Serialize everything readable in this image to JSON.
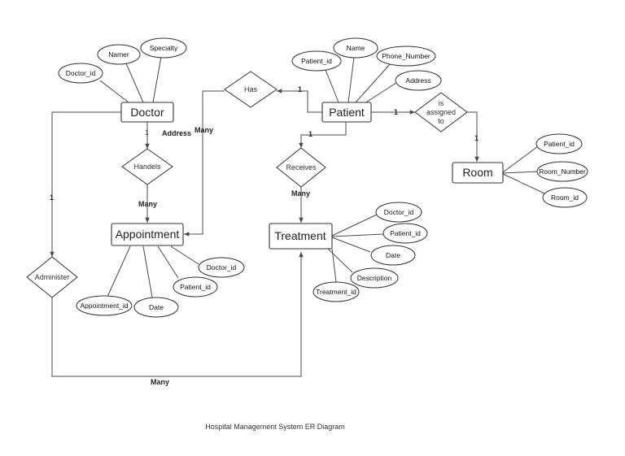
{
  "entities": {
    "doctor": "Doctor",
    "patient": "Patient",
    "room": "Room",
    "appointment": "Appointment",
    "treatment": "Treatment"
  },
  "attributes": {
    "doctor_id": "Doctor_id",
    "doctor_name": "Namer",
    "doctor_specialty": "Specialty",
    "patient_patient_id": "Patient_id",
    "patient_name": "Name",
    "patient_phone": "Phone_Number",
    "patient_address": "Address",
    "room_patient_id": "Patient_id",
    "room_number": "Room_Number",
    "room_id": "Room_id",
    "treatment_doctor_id": "Doctor_id",
    "treatment_patient_id": "Patient_id",
    "treatment_date": "Date",
    "treatment_description": "Description",
    "treatment_id": "Treatment_id",
    "appointment_doctor_id": "Doctor_id",
    "appointment_patient_id": "Patient_id",
    "appointment_date": "Date",
    "appointment_id": "Appointment_id"
  },
  "relationships": {
    "has": "Has",
    "handels": "Handels",
    "receives": "Receives",
    "administer": "Administer",
    "assigned_line1": "is",
    "assigned_line2": "assigned",
    "assigned_line3": "to"
  },
  "labels": {
    "doctor_address": "Address",
    "has_patient": "1",
    "has_appointment": "Many",
    "patient_room_left": "1",
    "patient_room_down": "1",
    "patient_receives": "1",
    "receives_treatment": "Many",
    "doctor_handels": "1",
    "handels_appointment": "Many",
    "doctor_administer": "1",
    "administer_treatment": "Many"
  },
  "caption": "Hospital Management System ER Diagram"
}
